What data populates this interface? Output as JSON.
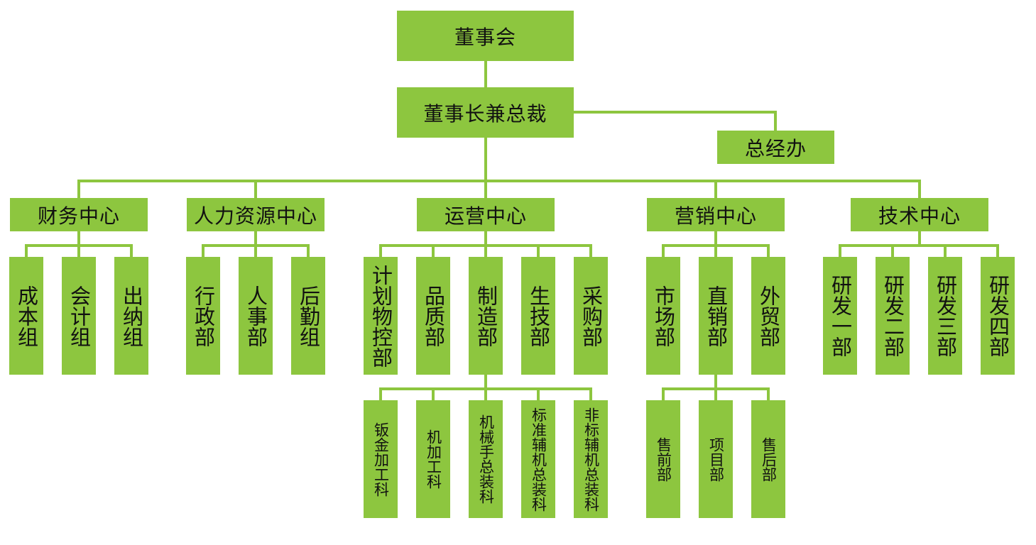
{
  "colors": {
    "box_fill": "#8dc63f",
    "connector": "#8dc63f",
    "text": "#111111"
  },
  "org": {
    "board": "董事会",
    "chairman": "董事长兼总裁",
    "general_office": "总经办",
    "centers": [
      {
        "name": "财务中心",
        "units": [
          "成本组",
          "会计组",
          "出纳组"
        ]
      },
      {
        "name": "人力资源中心",
        "units": [
          "行政部",
          "人事部",
          "后勤组"
        ]
      },
      {
        "name": "运营中心",
        "units": [
          "计划物控部",
          "品质部",
          "制造部",
          "生技部",
          "采购部"
        ],
        "sub_of": "制造部",
        "subunits": [
          "钣金加工科",
          "机加工科",
          "机械手总装科",
          "标准辅机总装科",
          "非标辅机总装科"
        ]
      },
      {
        "name": "营销中心",
        "units": [
          "市场部",
          "直销部",
          "外贸部"
        ],
        "sub_of": "直销部",
        "subunits": [
          "售前部",
          "项目部",
          "售后部"
        ]
      },
      {
        "name": "技术中心",
        "units": [
          "研发一部",
          "研发二部",
          "研发三部",
          "研发四部"
        ]
      }
    ]
  }
}
